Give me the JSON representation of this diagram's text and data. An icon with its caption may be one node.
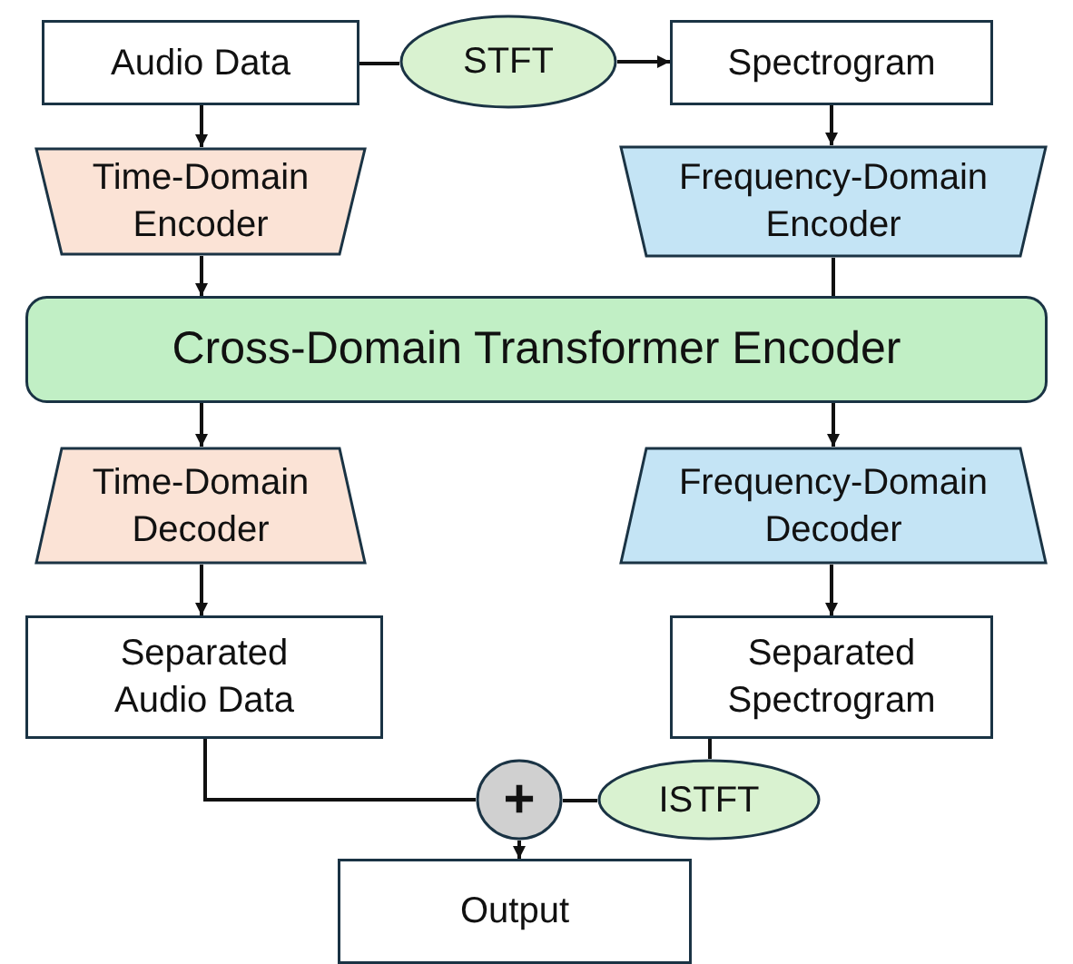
{
  "diagram": {
    "nodes": [
      {
        "text": [
          "Audio Data"
        ]
      },
      {
        "text": [
          "STFT"
        ]
      },
      {
        "text": [
          "Spectrogram"
        ]
      },
      {
        "text": [
          "Time-Domain Encoder"
        ]
      },
      {
        "text": [
          "Frequency-Domain Encoder"
        ]
      },
      {
        "text": [
          "Cross-Domain Transformer Encoder"
        ]
      },
      {
        "text": [
          "Time-Domain Decoder"
        ]
      },
      {
        "text": [
          "Frequency-Domain Decoder"
        ]
      },
      {
        "text": [
          "Separated Audio Data"
        ]
      },
      {
        "text": [
          "Separated Spectrogram"
        ]
      },
      {
        "text": [
          "+"
        ]
      },
      {
        "text": [
          "ISTFT"
        ]
      },
      {
        "text": [
          "Output"
        ]
      }
    ],
    "edges": [
      {
        "from": 0,
        "to": 1,
        "arrow": "none"
      },
      {
        "from": 1,
        "to": 2,
        "arrow": "to"
      },
      {
        "from": 0,
        "to": 3,
        "arrow": "to"
      },
      {
        "from": 2,
        "to": 4,
        "arrow": "to"
      },
      {
        "from": 3,
        "to": 5,
        "arrow": "to"
      },
      {
        "from": 4,
        "to": 5,
        "arrow": "none"
      },
      {
        "from": 5,
        "to": 6,
        "arrow": "to"
      },
      {
        "from": 5,
        "to": 7,
        "arrow": "to"
      },
      {
        "from": 6,
        "to": 8,
        "arrow": "to"
      },
      {
        "from": 7,
        "to": 9,
        "arrow": "to"
      },
      {
        "from": 8,
        "to": 10,
        "arrow": "none"
      },
      {
        "from": 9,
        "to": 11,
        "arrow": "none"
      },
      {
        "from": 11,
        "to": 10,
        "arrow": "none"
      },
      {
        "from": 10,
        "to": 12,
        "arrow": "to"
      }
    ]
  }
}
